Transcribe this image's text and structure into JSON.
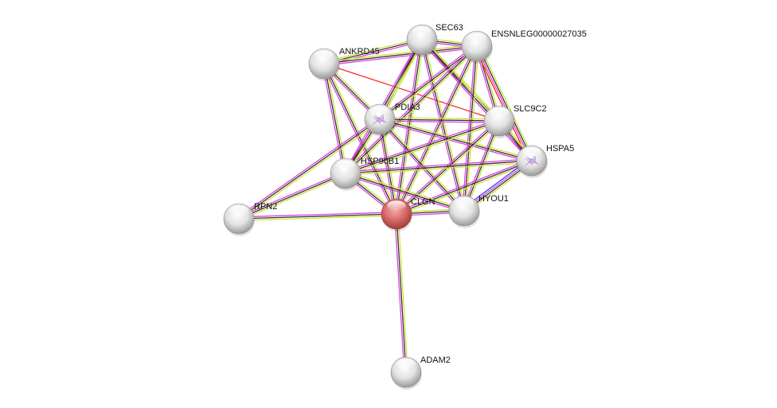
{
  "network": {
    "title": "Protein interaction network",
    "query_protein": "CLGN",
    "edge_colors": {
      "textmining": "#c7e639",
      "coexpression": "#333333",
      "experiments": "#e040e0",
      "databases": "#3a3aff",
      "fusion": "#ff2020"
    },
    "nodes": [
      {
        "id": "ANKRD45",
        "label": "ANKRD45",
        "query": false,
        "structure": false
      },
      {
        "id": "SEC63",
        "label": "SEC63",
        "query": false,
        "structure": false
      },
      {
        "id": "ENSNLEG00000027035",
        "label": "ENSNLEG00000027035",
        "query": false,
        "structure": false
      },
      {
        "id": "PDIA3",
        "label": "PDIA3",
        "query": false,
        "structure": true
      },
      {
        "id": "SLC9C2",
        "label": "SLC9C2",
        "query": false,
        "structure": false
      },
      {
        "id": "HSPA5",
        "label": "HSPA5",
        "query": false,
        "structure": true
      },
      {
        "id": "HSP90B1",
        "label": "HSP90B1",
        "query": false,
        "structure": false
      },
      {
        "id": "CLGN",
        "label": "CLGN",
        "query": true,
        "structure": false
      },
      {
        "id": "HYOU1",
        "label": "HYOU1",
        "query": false,
        "structure": false
      },
      {
        "id": "RPN2",
        "label": "RPN2",
        "query": false,
        "structure": false
      },
      {
        "id": "ADAM2",
        "label": "ADAM2",
        "query": false,
        "structure": false
      }
    ],
    "edges": [
      {
        "a": "ANKRD45",
        "b": "SEC63",
        "types": [
          "textmining",
          "coexpression",
          "experiments"
        ]
      },
      {
        "a": "ANKRD45",
        "b": "ENSNLEG00000027035",
        "types": [
          "textmining",
          "coexpression",
          "experiments"
        ]
      },
      {
        "a": "ANKRD45",
        "b": "SLC9C2",
        "types": [
          "fusion"
        ]
      },
      {
        "a": "ANKRD45",
        "b": "PDIA3",
        "types": [
          "textmining",
          "coexpression",
          "experiments"
        ]
      },
      {
        "a": "ANKRD45",
        "b": "HSP90B1",
        "types": [
          "textmining",
          "coexpression",
          "experiments"
        ]
      },
      {
        "a": "ANKRD45",
        "b": "CLGN",
        "types": [
          "textmining",
          "coexpression",
          "experiments"
        ]
      },
      {
        "a": "SEC63",
        "b": "ENSNLEG00000027035",
        "types": [
          "textmining",
          "coexpression",
          "experiments"
        ]
      },
      {
        "a": "SEC63",
        "b": "PDIA3",
        "types": [
          "textmining",
          "coexpression",
          "experiments"
        ]
      },
      {
        "a": "SEC63",
        "b": "SLC9C2",
        "types": [
          "textmining",
          "coexpression",
          "experiments"
        ]
      },
      {
        "a": "SEC63",
        "b": "HSPA5",
        "types": [
          "textmining",
          "coexpression",
          "experiments"
        ]
      },
      {
        "a": "SEC63",
        "b": "HSP90B1",
        "types": [
          "textmining",
          "coexpression",
          "experiments"
        ]
      },
      {
        "a": "SEC63",
        "b": "CLGN",
        "types": [
          "textmining",
          "coexpression",
          "experiments"
        ]
      },
      {
        "a": "SEC63",
        "b": "HYOU1",
        "types": [
          "textmining",
          "coexpression",
          "experiments"
        ]
      },
      {
        "a": "ENSNLEG00000027035",
        "b": "PDIA3",
        "types": [
          "textmining",
          "coexpression",
          "experiments"
        ]
      },
      {
        "a": "ENSNLEG00000027035",
        "b": "SLC9C2",
        "types": [
          "textmining",
          "coexpression",
          "experiments"
        ]
      },
      {
        "a": "ENSNLEG00000027035",
        "b": "HSPA5",
        "types": [
          "textmining",
          "coexpression",
          "experiments",
          "fusion"
        ]
      },
      {
        "a": "ENSNLEG00000027035",
        "b": "HSP90B1",
        "types": [
          "textmining",
          "coexpression",
          "experiments"
        ]
      },
      {
        "a": "ENSNLEG00000027035",
        "b": "CLGN",
        "types": [
          "textmining",
          "coexpression",
          "experiments"
        ]
      },
      {
        "a": "ENSNLEG00000027035",
        "b": "HYOU1",
        "types": [
          "textmining",
          "coexpression",
          "experiments"
        ]
      },
      {
        "a": "PDIA3",
        "b": "SLC9C2",
        "types": [
          "textmining",
          "coexpression",
          "experiments"
        ]
      },
      {
        "a": "PDIA3",
        "b": "HSPA5",
        "types": [
          "textmining",
          "coexpression",
          "experiments"
        ]
      },
      {
        "a": "PDIA3",
        "b": "HSP90B1",
        "types": [
          "textmining",
          "coexpression",
          "experiments"
        ]
      },
      {
        "a": "PDIA3",
        "b": "CLGN",
        "types": [
          "textmining",
          "coexpression",
          "experiments"
        ]
      },
      {
        "a": "PDIA3",
        "b": "HYOU1",
        "types": [
          "textmining",
          "coexpression",
          "experiments"
        ]
      },
      {
        "a": "PDIA3",
        "b": "RPN2",
        "types": [
          "textmining",
          "coexpression",
          "experiments"
        ]
      },
      {
        "a": "SLC9C2",
        "b": "HSPA5",
        "types": [
          "textmining",
          "coexpression",
          "experiments"
        ]
      },
      {
        "a": "SLC9C2",
        "b": "HSP90B1",
        "types": [
          "textmining",
          "coexpression",
          "experiments"
        ]
      },
      {
        "a": "SLC9C2",
        "b": "CLGN",
        "types": [
          "textmining",
          "coexpression",
          "experiments"
        ]
      },
      {
        "a": "SLC9C2",
        "b": "HYOU1",
        "types": [
          "textmining",
          "coexpression",
          "experiments"
        ]
      },
      {
        "a": "HSPA5",
        "b": "HSP90B1",
        "types": [
          "textmining",
          "coexpression",
          "experiments"
        ]
      },
      {
        "a": "HSPA5",
        "b": "CLGN",
        "types": [
          "textmining",
          "coexpression",
          "experiments"
        ]
      },
      {
        "a": "HSPA5",
        "b": "HYOU1",
        "types": [
          "textmining",
          "coexpression",
          "experiments",
          "databases"
        ]
      },
      {
        "a": "HSP90B1",
        "b": "CLGN",
        "types": [
          "textmining",
          "coexpression",
          "experiments"
        ]
      },
      {
        "a": "HSP90B1",
        "b": "HYOU1",
        "types": [
          "textmining",
          "coexpression",
          "experiments"
        ]
      },
      {
        "a": "HSP90B1",
        "b": "RPN2",
        "types": [
          "textmining",
          "coexpression",
          "experiments"
        ]
      },
      {
        "a": "CLGN",
        "b": "HYOU1",
        "types": [
          "textmining",
          "coexpression",
          "experiments"
        ]
      },
      {
        "a": "CLGN",
        "b": "RPN2",
        "types": [
          "textmining",
          "coexpression",
          "experiments"
        ]
      },
      {
        "a": "CLGN",
        "b": "ADAM2",
        "types": [
          "textmining",
          "coexpression",
          "experiments"
        ]
      }
    ]
  }
}
